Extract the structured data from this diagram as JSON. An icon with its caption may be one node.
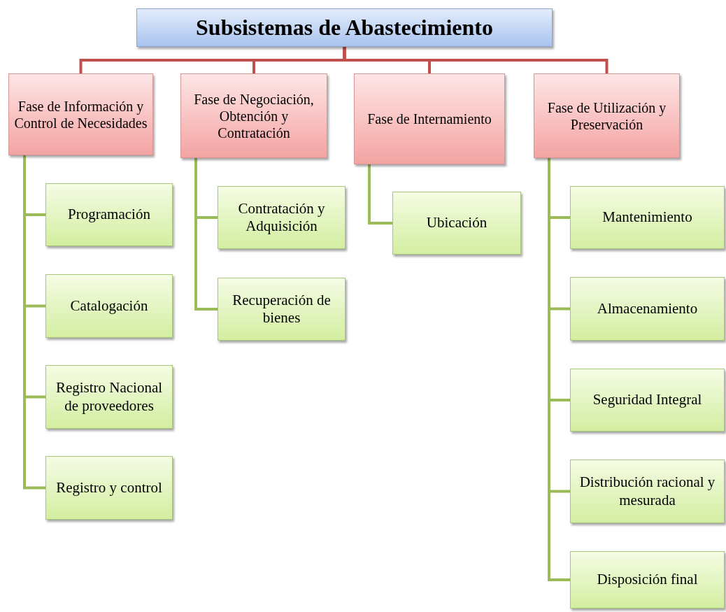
{
  "diagram": {
    "nodes": [
      {
        "text": [
          "Subsistemas de Abastecimiento"
        ]
      },
      {
        "text": [
          "Fase de Información y Control de Necesidades"
        ]
      },
      {
        "text": [
          "Programación"
        ]
      },
      {
        "text": [
          "Catalogación"
        ]
      },
      {
        "text": [
          "Registro Nacional de proveedores"
        ]
      },
      {
        "text": [
          "Registro y control"
        ]
      },
      {
        "text": [
          "Fase de Negociación, Obtención y Contratación"
        ]
      },
      {
        "text": [
          "Contratación y Adquisición"
        ]
      },
      {
        "text": [
          "Recuperación de bienes"
        ]
      },
      {
        "text": [
          "Fase de Internamiento"
        ]
      },
      {
        "text": [
          "Ubicación"
        ]
      },
      {
        "text": [
          "Fase de Utilización y Preservación"
        ]
      },
      {
        "text": [
          "Mantenimiento"
        ]
      },
      {
        "text": [
          "Almacenamiento"
        ]
      },
      {
        "text": [
          "Seguridad Integral"
        ]
      },
      {
        "text": [
          "Distribución racional y mesurada"
        ]
      },
      {
        "text": [
          "Disposición final"
        ]
      }
    ],
    "edges": [
      {
        "from": 0,
        "to": 1,
        "arrow": "none",
        "color": "#c0504d"
      },
      {
        "from": 0,
        "to": 6,
        "arrow": "none",
        "color": "#c0504d"
      },
      {
        "from": 0,
        "to": 9,
        "arrow": "none",
        "color": "#c0504d"
      },
      {
        "from": 0,
        "to": 11,
        "arrow": "none",
        "color": "#c0504d"
      },
      {
        "from": 1,
        "to": 2,
        "arrow": "none"
      },
      {
        "from": 1,
        "to": 3,
        "arrow": "none"
      },
      {
        "from": 1,
        "to": 4,
        "arrow": "none"
      },
      {
        "from": 1,
        "to": 5,
        "arrow": "none"
      },
      {
        "from": 6,
        "to": 7,
        "arrow": "none"
      },
      {
        "from": 6,
        "to": 8,
        "arrow": "none"
      },
      {
        "from": 9,
        "to": 10,
        "arrow": "none"
      },
      {
        "from": 11,
        "to": 12,
        "arrow": "none"
      },
      {
        "from": 11,
        "to": 13,
        "arrow": "none"
      },
      {
        "from": 11,
        "to": 14,
        "arrow": "none"
      },
      {
        "from": 11,
        "to": 15,
        "arrow": "none"
      },
      {
        "from": 11,
        "to": 16,
        "arrow": "none"
      }
    ]
  }
}
